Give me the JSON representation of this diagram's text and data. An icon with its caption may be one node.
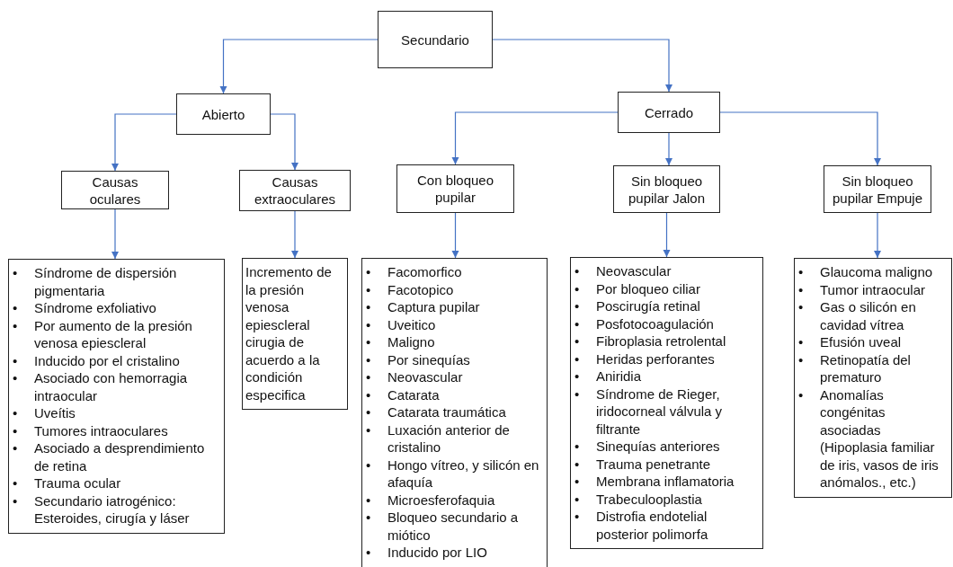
{
  "diagram": {
    "nodes": [
      {
        "text": [
          "Secundario"
        ]
      },
      {
        "text": [
          "Abierto"
        ]
      },
      {
        "text": [
          "Cerrado"
        ]
      },
      {
        "text": [
          "Causas oculares"
        ]
      },
      {
        "text": [
          "Causas extraoculares"
        ]
      },
      {
        "text": [
          "Con bloqueo pupilar"
        ]
      },
      {
        "text": [
          "Sin bloqueo pupilar Jalon"
        ]
      },
      {
        "text": [
          "Sin bloqueo pupilar Empuje"
        ]
      },
      {
        "text": [
          "• Síndrome de dispersión pigmentaria",
          "• Síndrome exfoliativo",
          "• Por aumento de la presión venosa epiescleral",
          "• Inducido por el cristalino",
          "• Asociado con hemorragia intraocular",
          "• Uveítis",
          "• Tumores intraoculares",
          "• Asociado a desprendimiento de retina",
          "• Trauma ocular",
          "• Secundario iatrogénico: Esteroides, cirugía y láser"
        ]
      },
      {
        "text": [
          "Incremento de la presión venosa epiescleral cirugia de acuerdo a la condición especifica"
        ]
      },
      {
        "text": [
          "• Facomorfico",
          "• Facotopico",
          "• Captura pupilar",
          "• Uveitico",
          "• Maligno",
          "• Por sinequías",
          "• Neovascular",
          "• Catarata",
          "• Catarata traumática",
          "• Luxación anterior de cristalino",
          "• Hongo vítreo, y silicón en afaquía",
          "• Microesferofaquia",
          "• Bloqueo secundario a miótico",
          "• Inducido por LIO"
        ]
      },
      {
        "text": [
          "• Neovascular",
          "• Por bloqueo ciliar",
          "• Poscirugía retinal",
          "• Posfotocoagulación",
          "• Fibroplasia retrolental",
          "• Heridas perforantes",
          "• Aniridia",
          "• Síndrome de Rieger, iridocorneal válvula y filtrante",
          "• Sinequías anteriores",
          "• Trauma penetrante",
          "• Membrana inflamatoria",
          "• Trabeculooplastia",
          "• Distrofia endotelial posterior polimorfa"
        ]
      },
      {
        "text": [
          "• Glaucoma maligno",
          "• Tumor intraocular",
          "• Gas o silicón en cavidad vítrea",
          "• Efusión uveal",
          "• Retinopatía del prematuro",
          "• Anomalías congénitas asociadas (Hipoplasia familiar de iris, vasos de iris anómalos., etc.)"
        ]
      }
    ],
    "edges": [
      {
        "from": 0,
        "to": 1,
        "arrow": "to"
      },
      {
        "from": 0,
        "to": 2,
        "arrow": "to"
      },
      {
        "from": 1,
        "to": 3,
        "arrow": "to"
      },
      {
        "from": 1,
        "to": 4,
        "arrow": "to"
      },
      {
        "from": 2,
        "to": 5,
        "arrow": "to"
      },
      {
        "from": 2,
        "to": 6,
        "arrow": "to"
      },
      {
        "from": 2,
        "to": 7,
        "arrow": "to"
      },
      {
        "from": 3,
        "to": 8,
        "arrow": "to"
      },
      {
        "from": 4,
        "to": 9,
        "arrow": "to"
      },
      {
        "from": 5,
        "to": 10,
        "arrow": "to"
      },
      {
        "from": 6,
        "to": 11,
        "arrow": "to"
      },
      {
        "from": 7,
        "to": 12,
        "arrow": "to"
      }
    ]
  }
}
